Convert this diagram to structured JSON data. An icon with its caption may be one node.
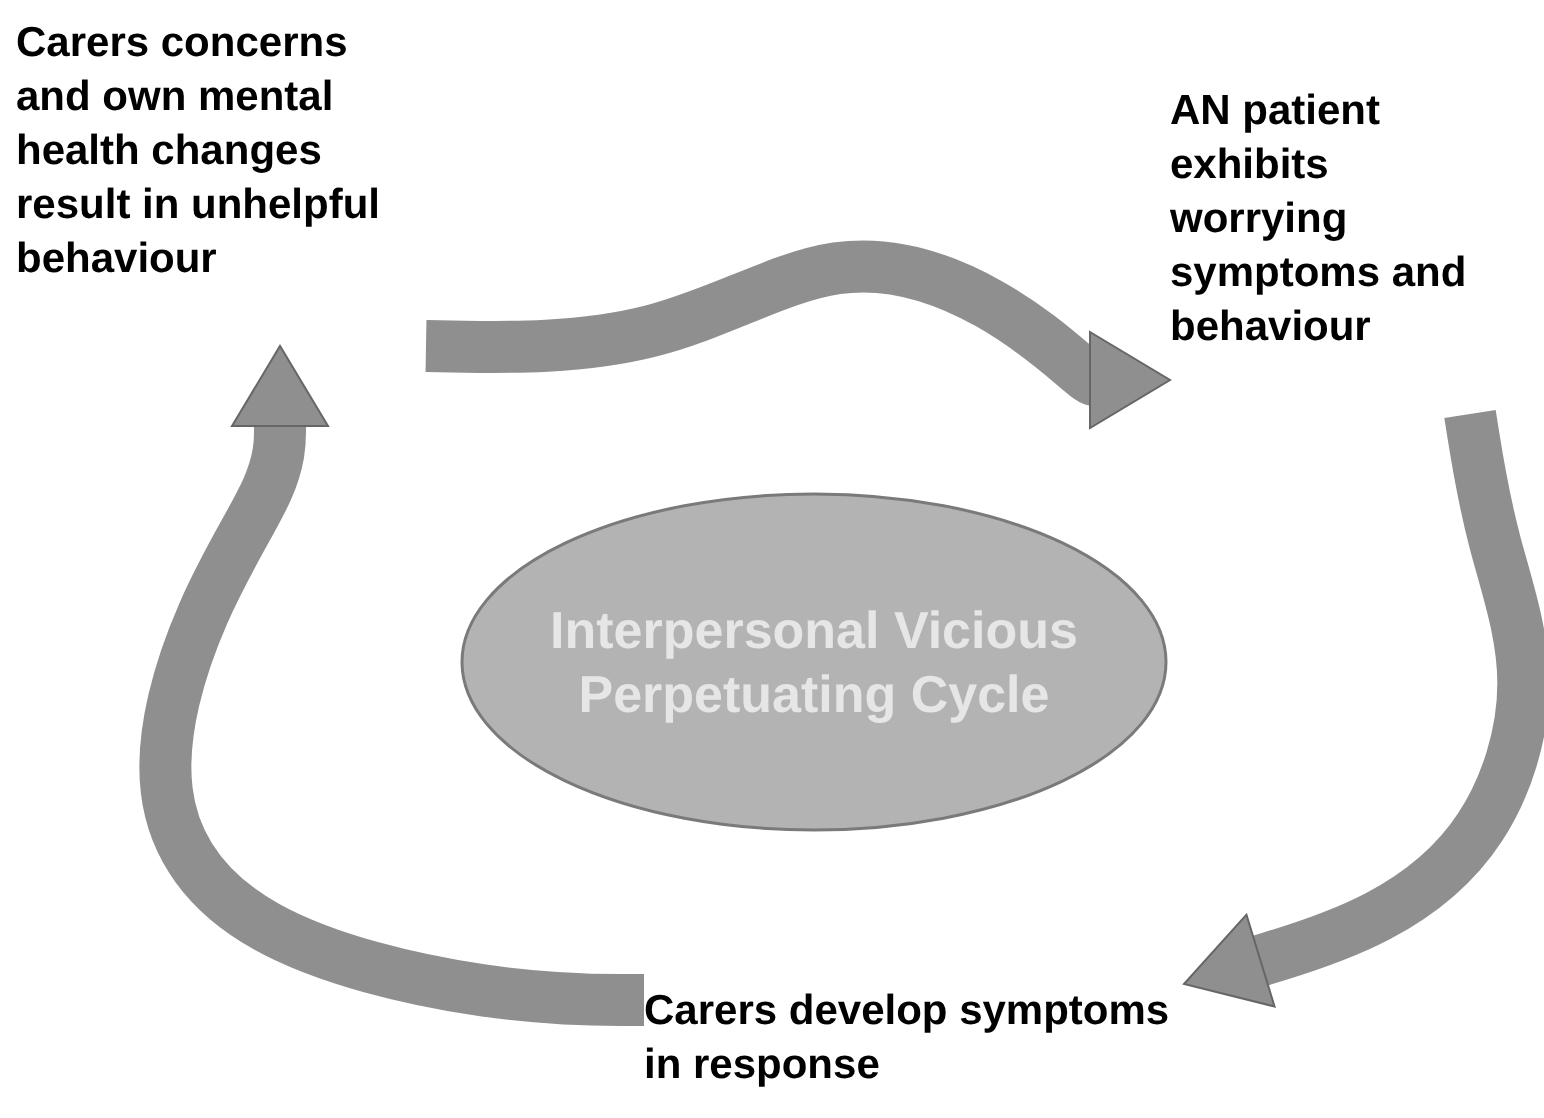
{
  "diagram": {
    "nodes": [
      {
        "text": [
          "Carers concerns and own mental health changes result in unhelpful behaviour"
        ]
      },
      {
        "text": [
          "AN patient exhibits worrying symptoms and behaviour"
        ]
      },
      {
        "text": [
          "Interpersonal Vicious Perpetuating Cycle"
        ]
      },
      {
        "text": [
          "Carers develop symptoms in response"
        ]
      }
    ],
    "edges": [
      {
        "from": 0,
        "to": 1,
        "arrow": "to"
      },
      {
        "from": 1,
        "to": 3,
        "arrow": "to"
      },
      {
        "from": 3,
        "to": 0,
        "arrow": "to"
      }
    ]
  }
}
